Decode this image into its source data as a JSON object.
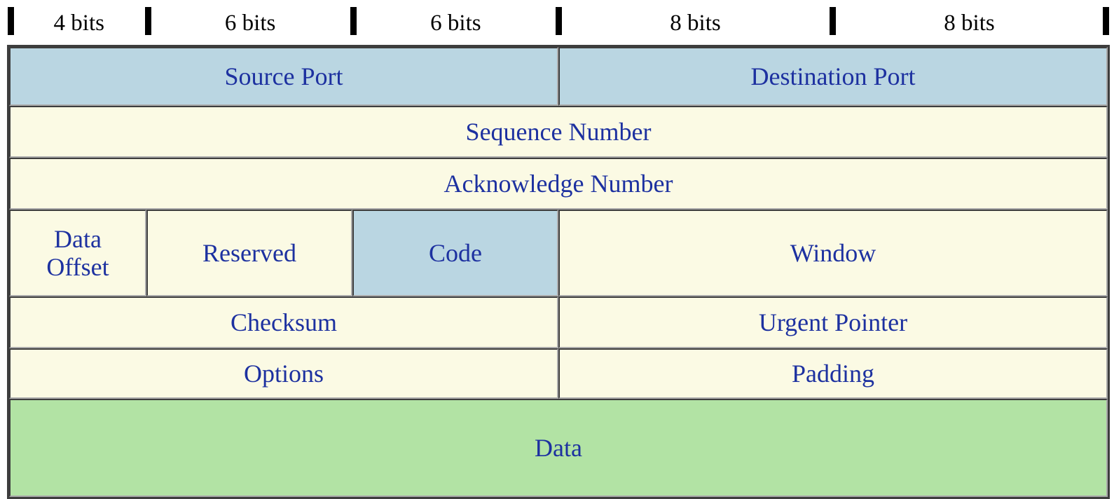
{
  "bits_header": {
    "labels": [
      "4 bits",
      "6 bits",
      "6 bits",
      "8 bits",
      "8 bits"
    ]
  },
  "fields": {
    "source_port": "Source Port",
    "destination_port": "Destination Port",
    "sequence_number": "Sequence Number",
    "acknowledge_number": "Acknowledge Number",
    "data_offset": "Data\nOffset",
    "reserved": "Reserved",
    "code": "Code",
    "window": "Window",
    "checksum": "Checksum",
    "urgent_pointer": "Urgent Pointer",
    "options": "Options",
    "padding": "Padding",
    "data": "Data"
  },
  "colors": {
    "port_header_blue": "#bad6e2",
    "field_cream": "#fbfae4",
    "data_green": "#b2e3a4",
    "label_navy": "#1d31a0",
    "tick_black": "#000000",
    "border_dark": "#3d3d3d",
    "border_light": "#ababab"
  }
}
